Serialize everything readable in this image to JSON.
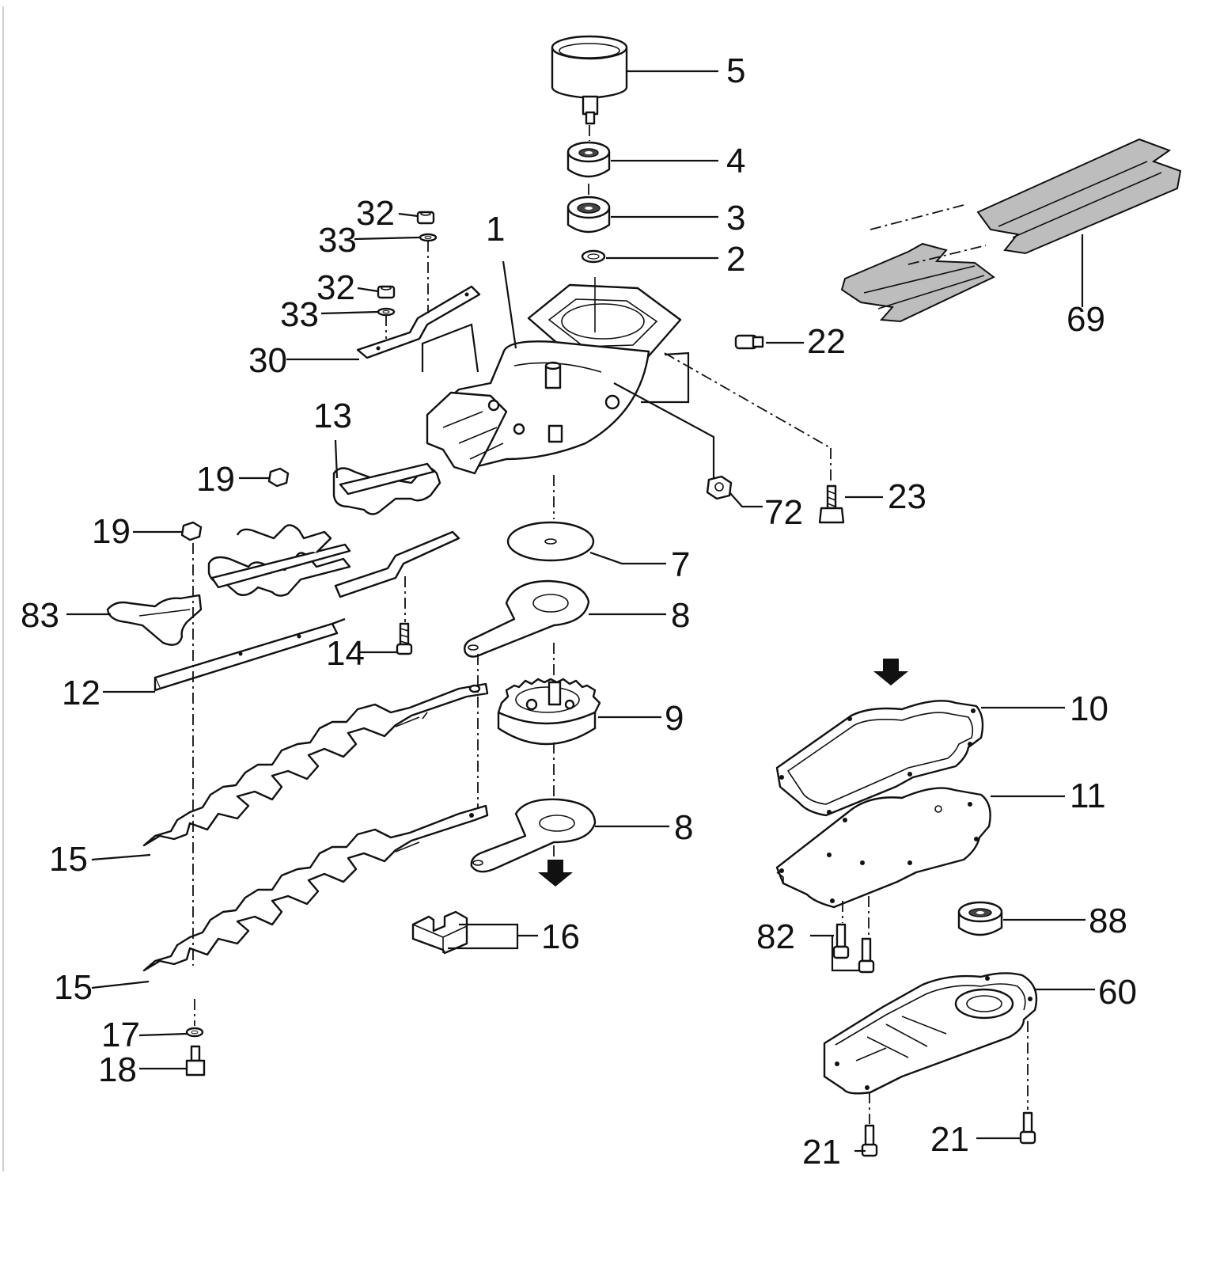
{
  "labels": {
    "p1": "1",
    "p2": "2",
    "p3": "3",
    "p4": "4",
    "p5": "5",
    "p7": "7",
    "p8a": "8",
    "p8b": "8",
    "p9": "9",
    "p10": "10",
    "p11": "11",
    "p12": "12",
    "p13": "13",
    "p14": "14",
    "p15a": "15",
    "p15b": "15",
    "p16": "16",
    "p17": "17",
    "p18": "18",
    "p19a": "19",
    "p19b": "19",
    "p21a": "21",
    "p21b": "21",
    "p22": "22",
    "p23": "23",
    "p30": "30",
    "p32a": "32",
    "p32b": "32",
    "p33a": "33",
    "p33b": "33",
    "p60": "60",
    "p69": "69",
    "p72": "72",
    "p82": "82",
    "p83": "83",
    "p88": "88"
  }
}
